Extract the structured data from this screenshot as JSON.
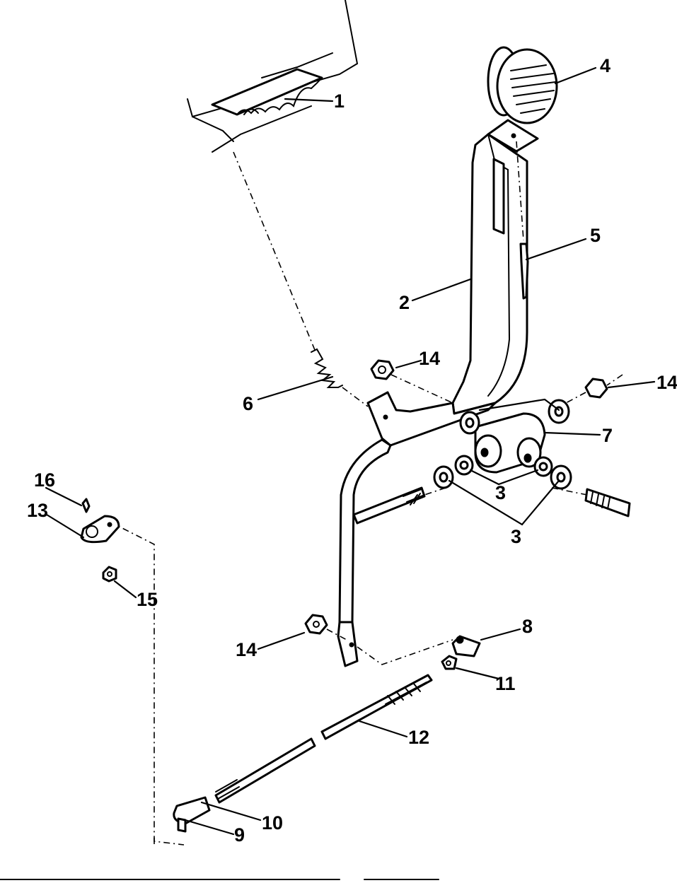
{
  "diagram": {
    "callouts": {
      "c1": "1",
      "c2": "2",
      "c3a": "3",
      "c3b": "3",
      "c4": "4",
      "c5": "5",
      "c6": "6",
      "c7": "7",
      "c8": "8",
      "c9": "9",
      "c10": "10",
      "c11": "11",
      "c12": "12",
      "c13": "13",
      "c14a": "14",
      "c14b": "14",
      "c14c": "14",
      "c15": "15",
      "c16": "16"
    }
  }
}
